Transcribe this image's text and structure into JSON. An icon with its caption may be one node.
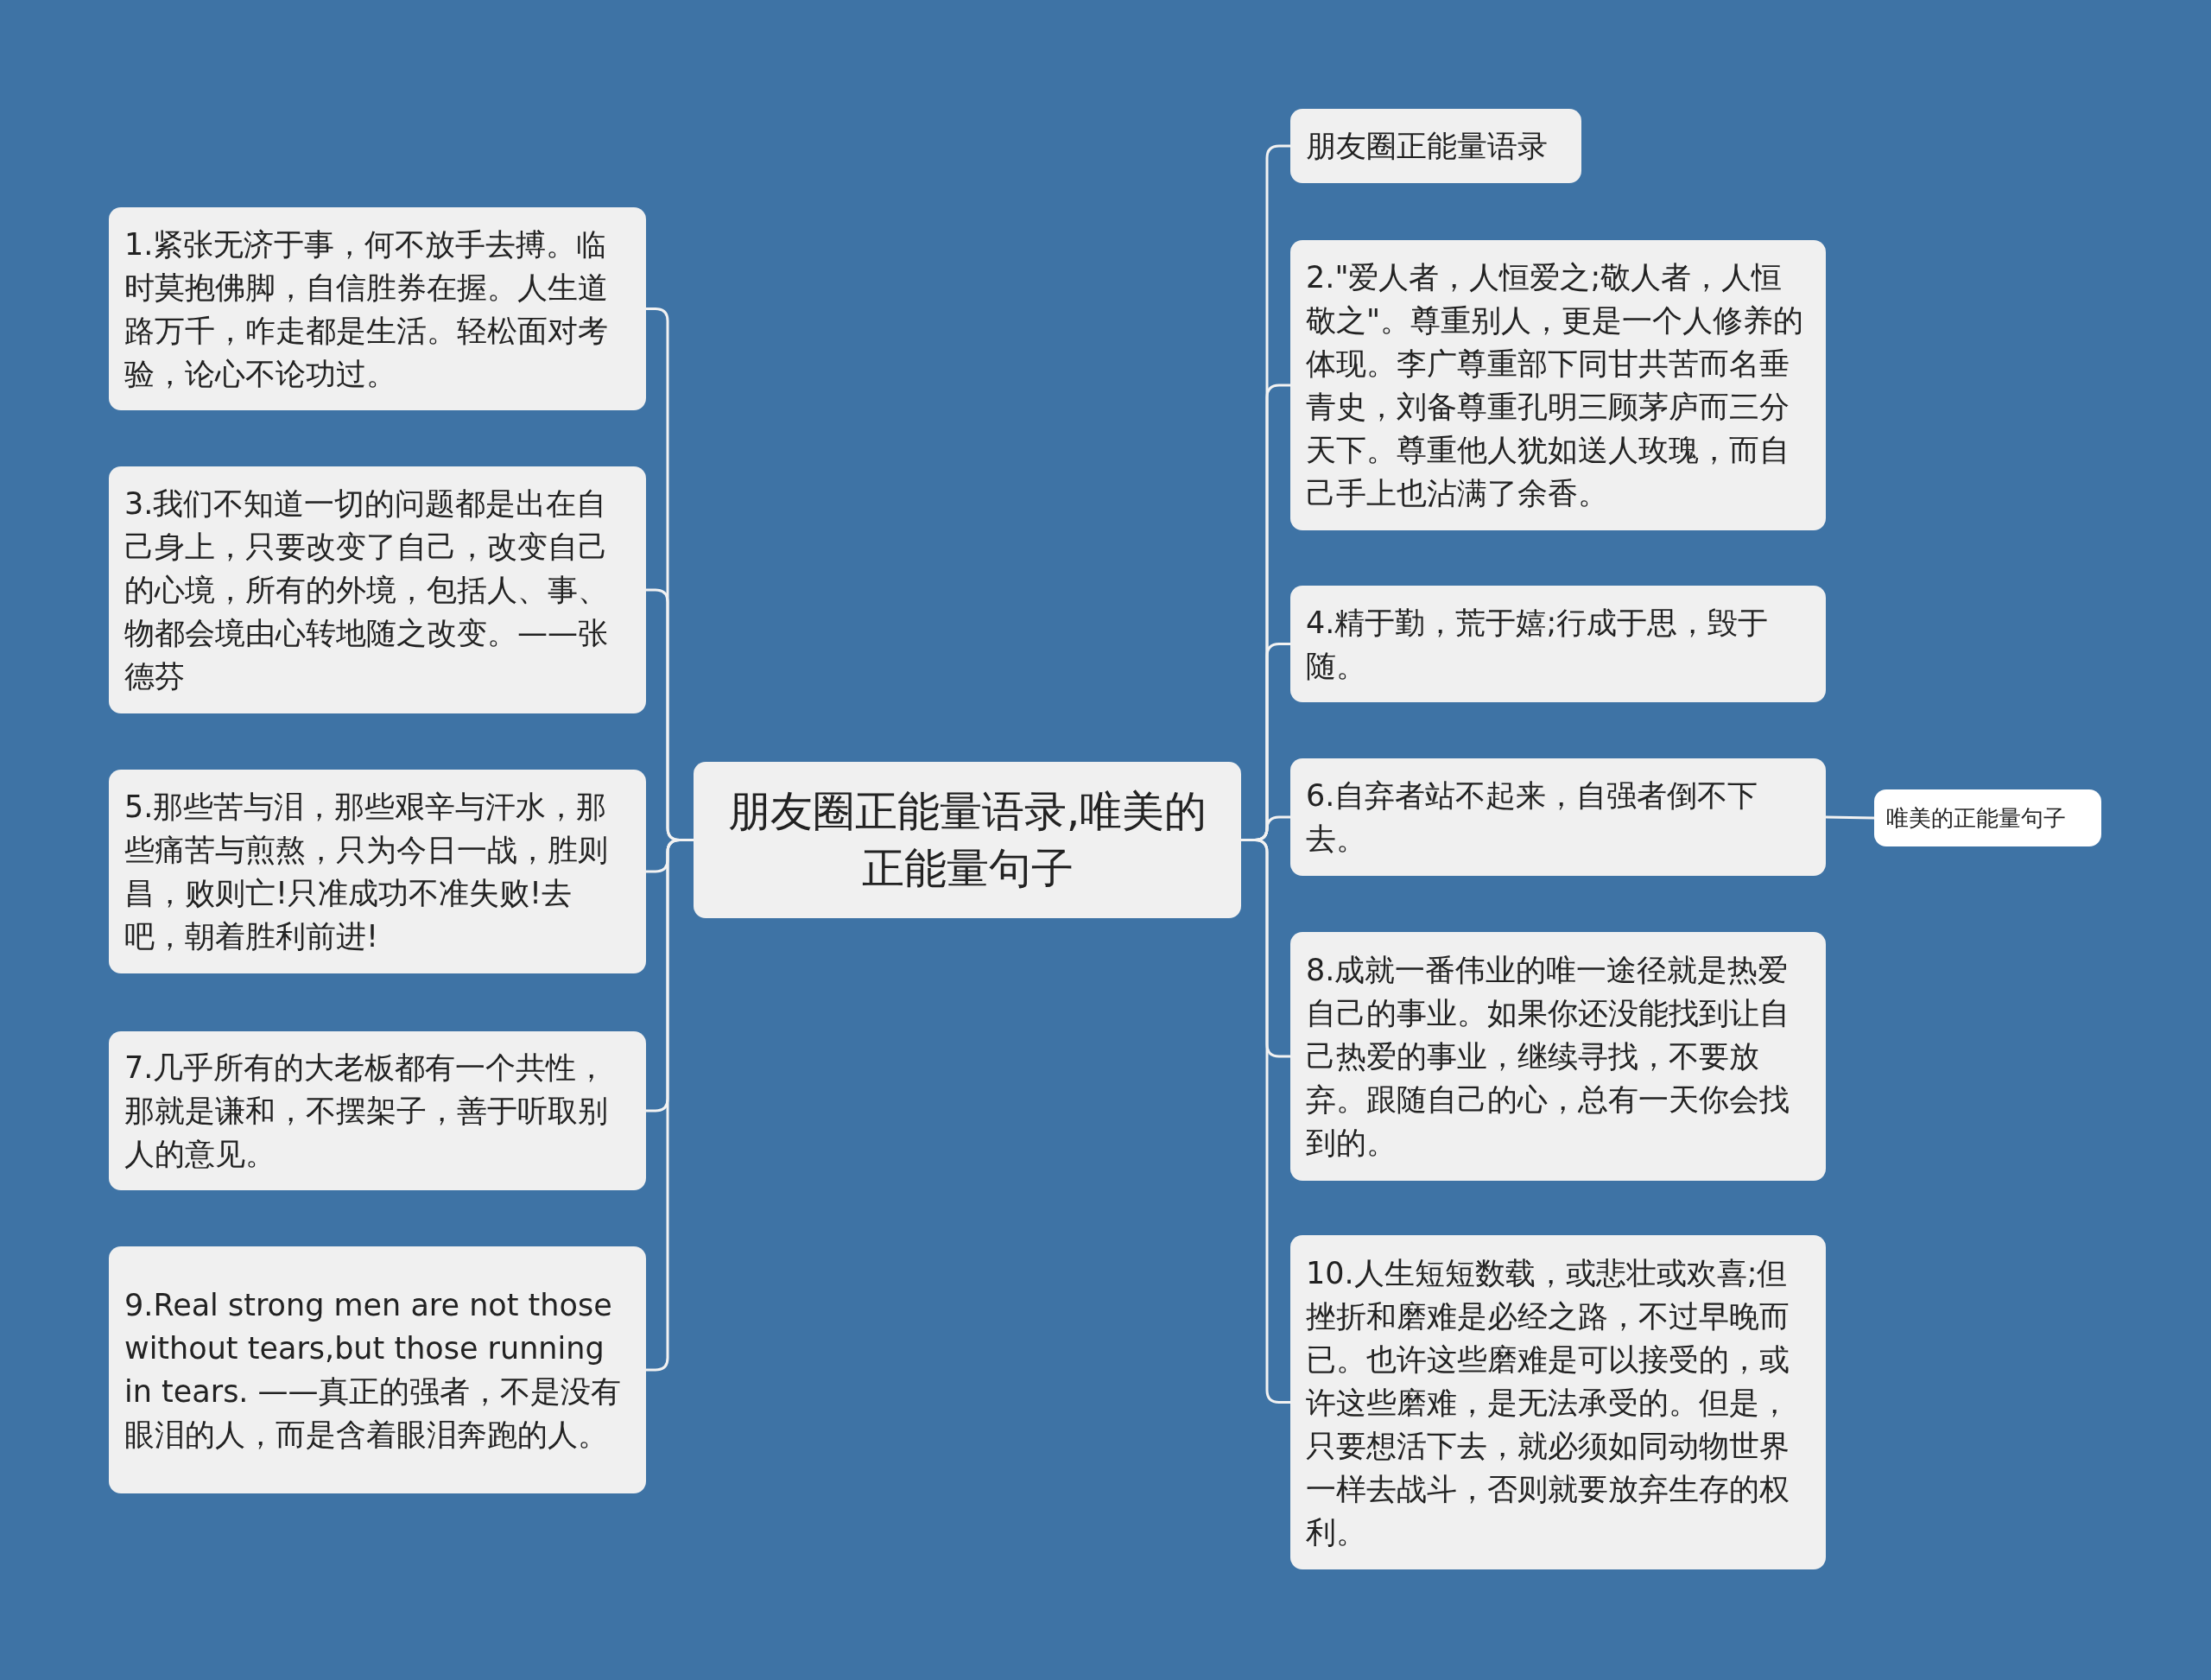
{
  "diagram": {
    "nodes": [
      {
        "text": [
          "朋友圈正能量语录,唯美的正能量句子"
        ]
      },
      {
        "text": [
          "朋友圈正能量语录"
        ]
      },
      {
        "text": [
          "1.紧张无济于事，何不放手去搏。临时莫抱佛脚，自信胜券在握。人生道路万千，咋走都是生活。轻松面对考验，论心不论功过。"
        ]
      },
      {
        "text": [
          "2.\"爱人者，人恒爱之;敬人者，人恒敬之\"。尊重别人，更是一个人修养的体现。李广尊重部下同甘共苦而名垂青史，刘备尊重孔明三顾茅庐而三分天下。尊重他人犹如送人玫瑰，而自己手上也沾满了余香。"
        ]
      },
      {
        "text": [
          "3.我们不知道一切的问题都是出在自己身上，只要改变了自己，改变自己的心境，所有的外境，包括人、事、物都会境由心转地随之改变。——张德芬"
        ]
      },
      {
        "text": [
          "4.精于勤，荒于嬉;行成于思，毁于随。"
        ]
      },
      {
        "text": [
          "5.那些苦与泪，那些艰辛与汗水，那些痛苦与煎熬，只为今日一战，胜则昌，败则亡!只准成功不准失败!去吧，朝着胜利前进!"
        ]
      },
      {
        "text": [
          "6.自弃者站不起来，自强者倒不下去。"
        ]
      },
      {
        "text": [
          "7.几乎所有的大老板都有一个共性，那就是谦和，不摆架子，善于听取别人的意见。"
        ]
      },
      {
        "text": [
          "8.成就一番伟业的唯一途径就是热爱自己的事业。如果你还没能找到让自己热爱的事业，继续寻找，不要放弃。跟随自己的心，总有一天你会找到的。"
        ]
      },
      {
        "text": [
          "9.Real strong men are not those without tears,but those running in tears.  ——真正的强者，不是没有眼泪的人，而是含着眼泪奔跑的人。"
        ]
      },
      {
        "text": [
          "10.人生短短数载，或悲壮或欢喜;但挫折和磨难是必经之路，不过早晚而已。也许这些磨难是可以接受的，或许这些磨难，是无法承受的。但是，只要想活下去，就必须如同动物世界一样去战斗，否则就要放弃生存的权利。"
        ]
      },
      {
        "text": [
          "唯美的正能量句子"
        ]
      }
    ],
    "edges": [
      {
        "from": 0,
        "to": 1,
        "arrow": "none"
      },
      {
        "from": 0,
        "to": 2,
        "arrow": "none"
      },
      {
        "from": 0,
        "to": 3,
        "arrow": "none"
      },
      {
        "from": 0,
        "to": 4,
        "arrow": "none"
      },
      {
        "from": 0,
        "to": 5,
        "arrow": "none"
      },
      {
        "from": 0,
        "to": 6,
        "arrow": "none"
      },
      {
        "from": 0,
        "to": 7,
        "arrow": "none"
      },
      {
        "from": 0,
        "to": 8,
        "arrow": "none"
      },
      {
        "from": 0,
        "to": 9,
        "arrow": "none"
      },
      {
        "from": 0,
        "to": 10,
        "arrow": "none"
      },
      {
        "from": 0,
        "to": 11,
        "arrow": "none"
      },
      {
        "from": 7,
        "to": 12,
        "arrow": "none"
      }
    ]
  }
}
